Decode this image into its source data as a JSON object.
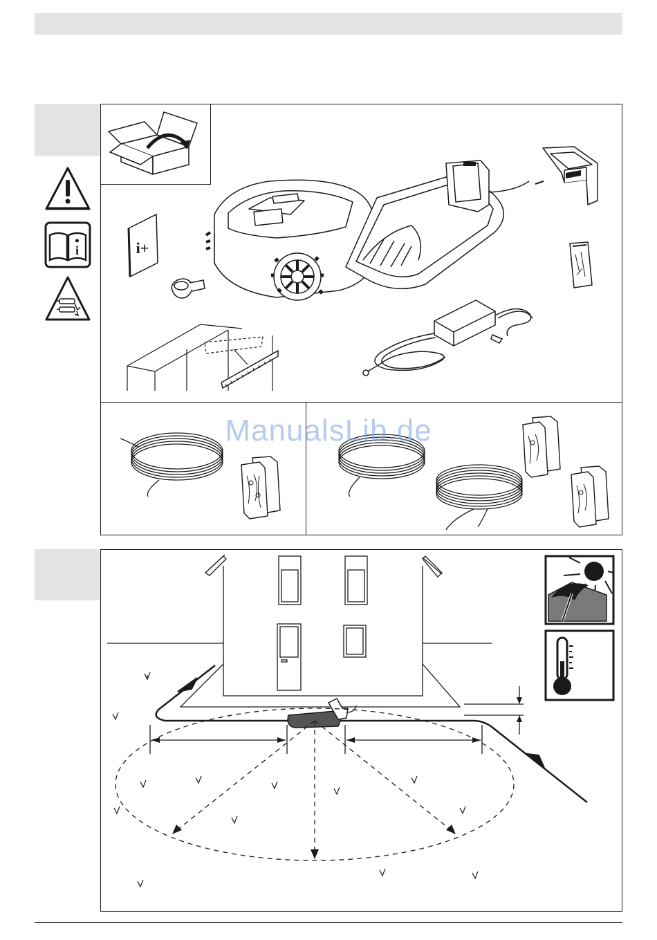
{
  "watermark": {
    "text": "ManualsLib.de"
  },
  "icons": {
    "warning": "warning-triangle-icon",
    "manual": "read-manual-icon",
    "mower_hazard": "mower-blade-hazard-icon",
    "weather": "weather-sun-umbrella-icon",
    "temperature": "thermometer-icon"
  },
  "illustrations": {
    "manual_booklet_glyph": "i+",
    "manual_icon_glyph": "i"
  },
  "colors": {
    "line": "#1a1a1a",
    "tab_gray": "#e3e3e3",
    "watermark": "#78a0e1"
  }
}
